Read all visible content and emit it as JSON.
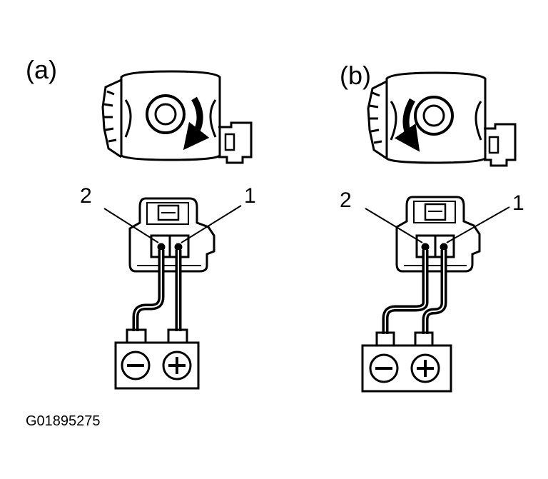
{
  "panels": [
    {
      "label": "(a)",
      "rotation": "clockwise",
      "pin_left": "2",
      "pin_right": "1",
      "negative_terminal_wire": "pin-2",
      "positive_terminal_wire": "pin-1"
    },
    {
      "label": "(b)",
      "rotation": "counterclockwise",
      "pin_left": "2",
      "pin_right": "1",
      "negative_terminal_wire": "pin-2",
      "positive_terminal_wire": "pin-1"
    }
  ],
  "icons": [
    "rotor-sensor-icon",
    "connector-icon",
    "battery-icon",
    "rotation-arrow-icon"
  ],
  "code": "G01895275",
  "colors": {
    "line": "#000000",
    "background": "#ffffff"
  }
}
